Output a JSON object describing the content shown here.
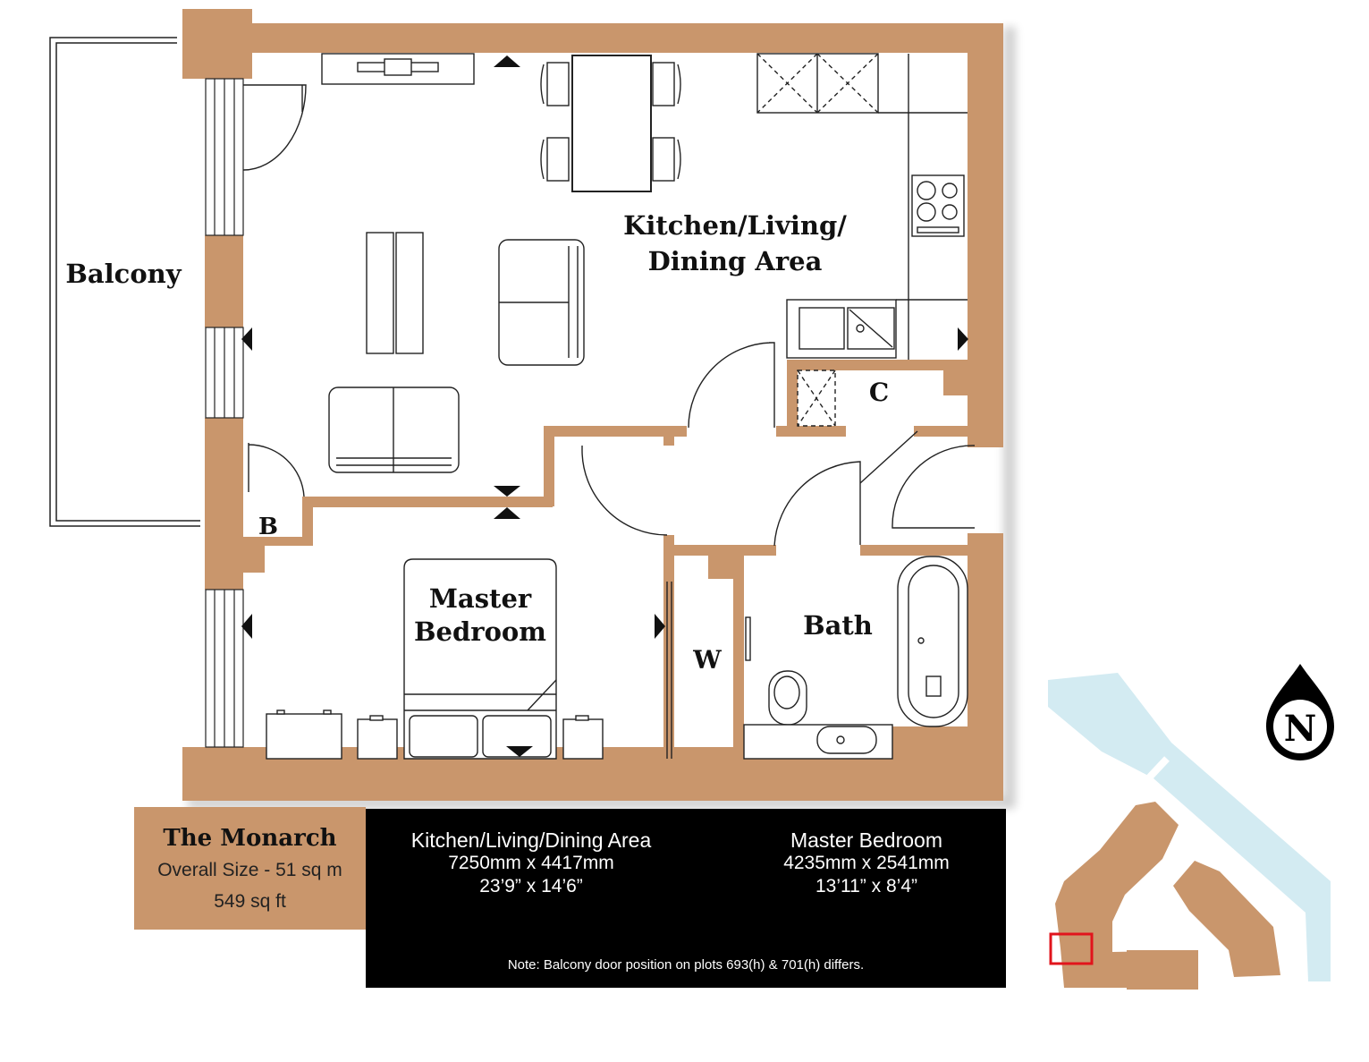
{
  "rooms": {
    "balcony": "Balcony",
    "kitchen_line1": "Kitchen/Living/",
    "kitchen_line2": "Dining Area",
    "master_line1": "Master",
    "master_line2": "Bedroom",
    "bath": "Bath",
    "cupboard_c": "C",
    "cupboard_b": "B",
    "wardrobe_w": "W"
  },
  "compass": {
    "letter": "N",
    "icon": "north-compass-icon"
  },
  "summary": {
    "name": "The Monarch",
    "overall_size_label": "Overall Size - 51 sq m",
    "overall_size_ft": "549 sq ft"
  },
  "dimensions": {
    "kitchen": {
      "room": "Kitchen/Living/Dining Area",
      "metric": "7250mm x 4417mm",
      "imperial": "23’9” x 14’6”"
    },
    "bedroom": {
      "room": "Master Bedroom",
      "metric": "4235mm x 2541mm",
      "imperial": "13’11” x 8’4”"
    }
  },
  "note": "Note: Balcony door position on plots 693(h) & 701(h) differs.",
  "colors": {
    "wall": "#c9966c",
    "water": "#d3ebf2",
    "highlight": "#e1141c",
    "text": "#111111"
  }
}
